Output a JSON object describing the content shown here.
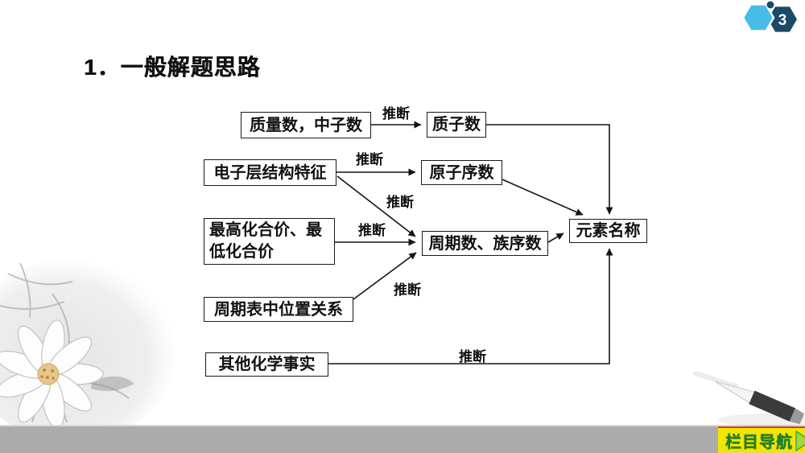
{
  "slide": {
    "page_badge": {
      "number": "3"
    },
    "title": "1．一般解题思路",
    "nav_button": {
      "label": "栏目导航"
    },
    "colors": {
      "badge_light_hex": "#47bce9",
      "badge_dark_hex": "#1b4a66",
      "nav_button_bg": "#f2e600",
      "nav_button_text": "#1a8030",
      "nav_button_top_line": "#d93a2b",
      "bottom_bar": "#acacac",
      "diagram_ink": "#141414"
    }
  },
  "flowchart": {
    "edge_label": "推断",
    "boxes": {
      "mass_neutron": "质量数，中子数",
      "proton": "质子数",
      "electron_shell": "电子层结构特征",
      "atomic_number": "原子序数",
      "valence": {
        "line1": "最高化合价、最",
        "line2": "低化合价"
      },
      "period_group": "周期数、族序数",
      "periodic_position": "周期表中位置关系",
      "other_facts": "其他化学事实",
      "element_name": "元素名称"
    }
  }
}
